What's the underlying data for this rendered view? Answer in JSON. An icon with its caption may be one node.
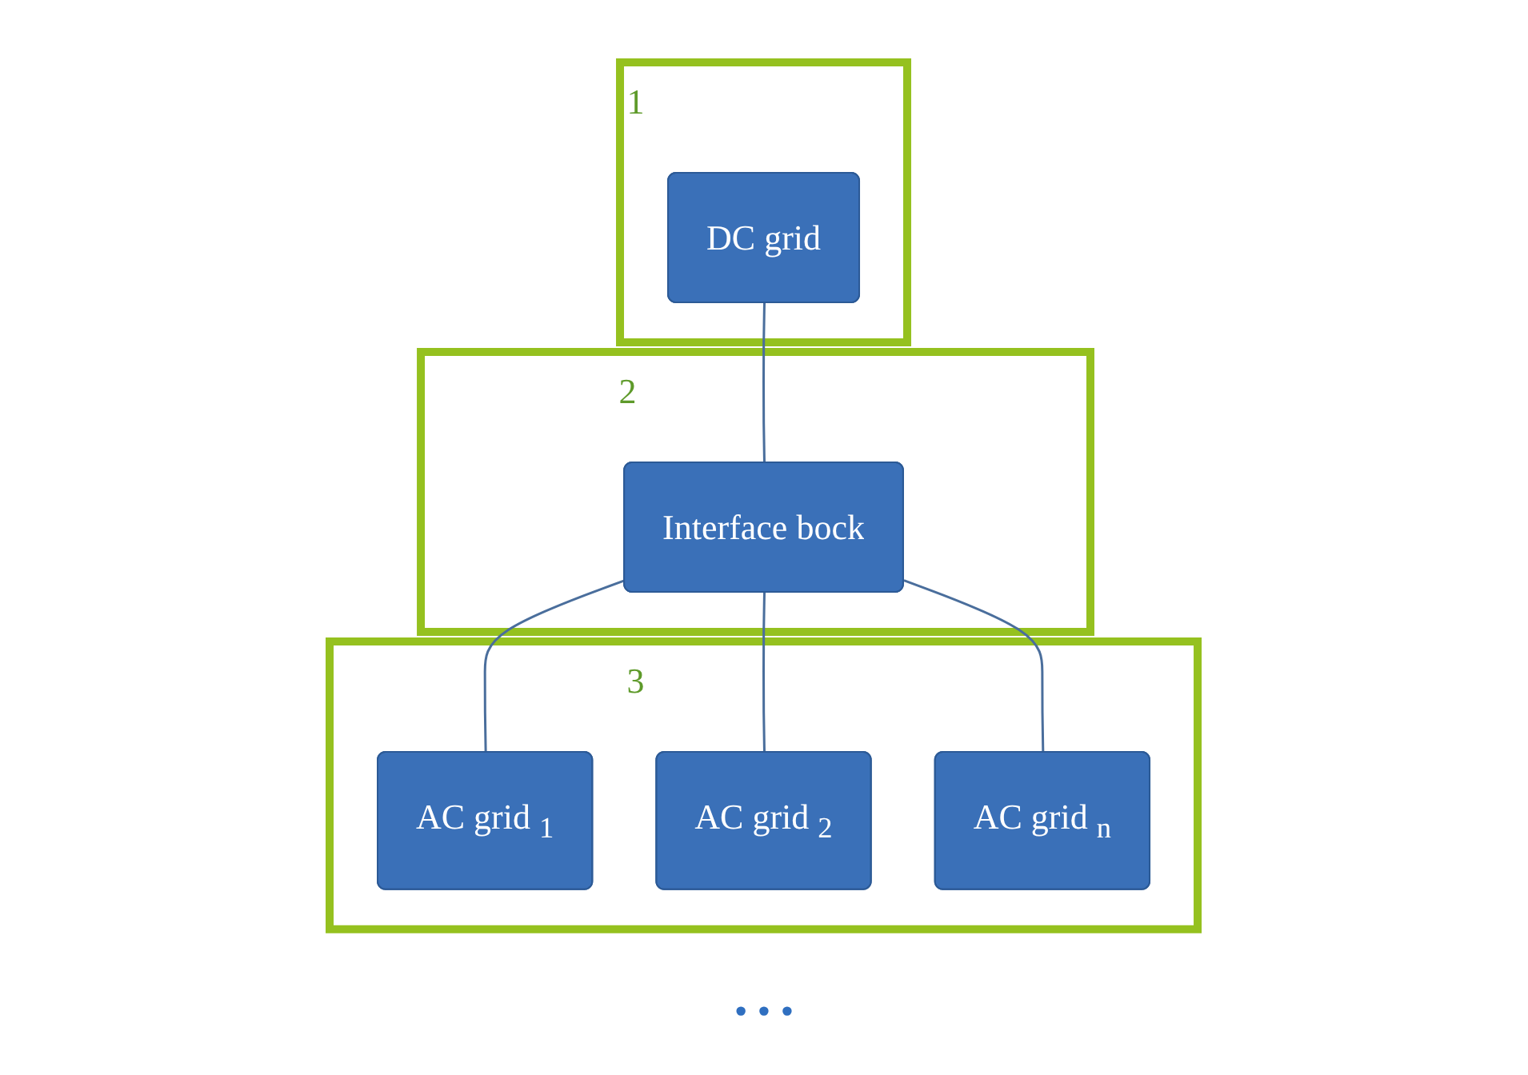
{
  "diagram": {
    "nodes": [
      {
        "text": [
          "1"
        ]
      },
      {
        "text": [
          "DC grid"
        ],
        "in": 0
      },
      {
        "text": [
          "2"
        ]
      },
      {
        "text": [
          "Interface bock"
        ],
        "in": 2
      },
      {
        "text": [
          "3"
        ]
      },
      {
        "text": [
          "AC grid $_{1}$"
        ],
        "in": 4
      },
      {
        "text": [
          "AC grid $_{2}$"
        ],
        "in": 4
      },
      {
        "text": [
          "AC grid $_{n}$"
        ],
        "in": 4
      }
    ],
    "edges": [
      {
        "from": 1,
        "to": 3,
        "arrow": "none"
      },
      {
        "from": 3,
        "to": 5,
        "arrow": "none"
      },
      {
        "from": 3,
        "to": 6,
        "arrow": "none"
      },
      {
        "from": 3,
        "to": 7,
        "arrow": "none"
      }
    ],
    "labels": [
      "• • •"
    ]
  }
}
